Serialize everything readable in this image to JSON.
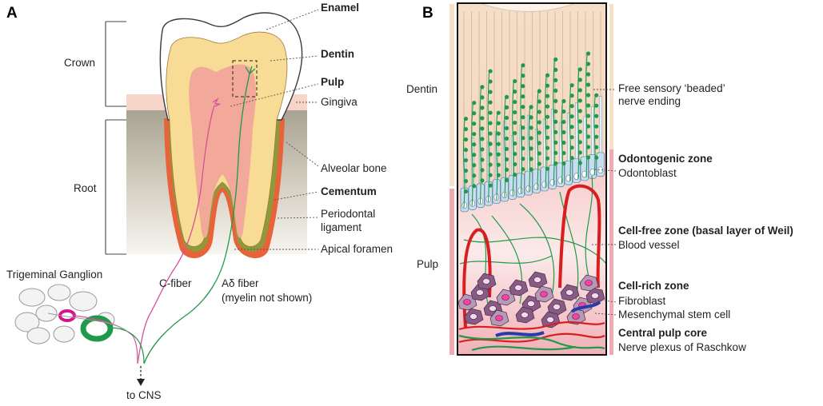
{
  "panels": {
    "a": "A",
    "b": "B"
  },
  "panel_a": {
    "brackets": {
      "crown": "Crown",
      "root": "Root"
    },
    "callouts": {
      "enamel": "Enamel",
      "dentin": "Dentin",
      "pulp": "Pulp",
      "gingiva": "Gingiva",
      "alveolar_bone": "Alveolar bone",
      "cementum": "Cementum",
      "pdl_line1": "Periodontal",
      "pdl_line2": "ligament",
      "apical_foramen": "Apical foramen"
    },
    "trigeminal_ganglion": "Trigeminal Ganglion",
    "c_fiber": "C-fiber",
    "ad_fiber_line1": "Aδ fiber",
    "ad_fiber_line2": "(myelin not shown)",
    "to_cns": "to CNS"
  },
  "panel_b": {
    "left_labels": {
      "dentin": "Dentin",
      "pulp": "Pulp"
    },
    "free_ending_line1": "Free sensory ‘beaded’",
    "free_ending_line2": "nerve ending",
    "odontogenic_zone": "Odontogenic zone",
    "odontoblast": "Odontoblast",
    "cell_free_zone": "Cell-free zone (basal layer of Weil)",
    "blood_vessel": "Blood vessel",
    "cell_rich_zone": "Cell-rich zone",
    "fibroblast": "Fibroblast",
    "msc": "Mesenchymal stem cell",
    "central_core": "Central pulp core",
    "plexus": "Nerve plexus of Raschkow"
  },
  "colors": {
    "enamel": "#ffffff",
    "dentin": "#f8dc95",
    "pulp": "#f2a99a",
    "cementum": "#8e9a3a",
    "pdl": "#e8623a",
    "bone_top": "#a8a291",
    "gingiva": "#f7d5c8",
    "nerve_green": "#1f9a4a",
    "nerve_pink": "#d9509a",
    "vessel_red": "#d81e1e",
    "odontoblast": "#c6dff0",
    "fibroblast": "#8a5a86"
  }
}
